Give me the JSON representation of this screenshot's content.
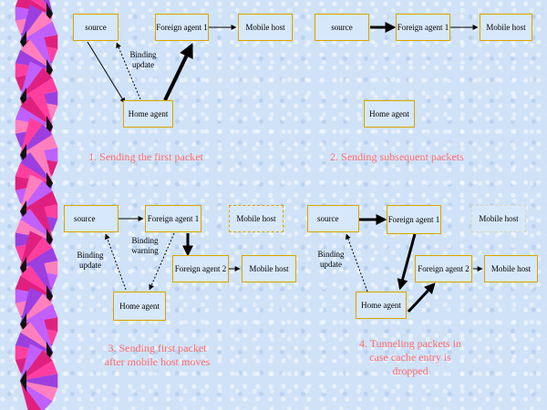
{
  "colors": {
    "box_border": "#d9a400",
    "caption": "#ff6a6a",
    "arrow": "#000000",
    "strip_pink": "#ff3fa0",
    "strip_purple": "#9c3fe0",
    "strip_black": "#111111"
  },
  "scenario1": {
    "source": "source",
    "foreign_agent_1": "Foreign agent 1",
    "mobile_host": "Mobile host",
    "home_agent": "Home agent",
    "binding_update": "Binding\nupdate",
    "caption": "1. Sending the first packet"
  },
  "scenario2": {
    "source": "source",
    "foreign_agent_1": "Foreign agent 1",
    "mobile_host": "Mobile host",
    "home_agent": "Home agent",
    "caption": "2. Sending subsequent packets"
  },
  "scenario3": {
    "source": "source",
    "foreign_agent_1": "Foreign agent 1",
    "mobile_host_old": "Mobile host",
    "foreign_agent_2": "Foreign agent 2",
    "mobile_host": "Mobile host",
    "home_agent": "Home agent",
    "binding_update": "Binding\nupdate",
    "binding_warning": "Binding\nwarning",
    "caption": "3. Sending first packet\nafter mobile host moves"
  },
  "scenario4": {
    "source": "source",
    "foreign_agent_1": "Foreign agent 1",
    "mobile_host_old": "Mobile host",
    "foreign_agent_2": "Foreign agent 2",
    "mobile_host": "Mobile host",
    "home_agent": "Home agent",
    "binding_update": "Binding\nupdate",
    "caption": "4. Tunneling packets in\ncase cache entry is\ndropped"
  }
}
